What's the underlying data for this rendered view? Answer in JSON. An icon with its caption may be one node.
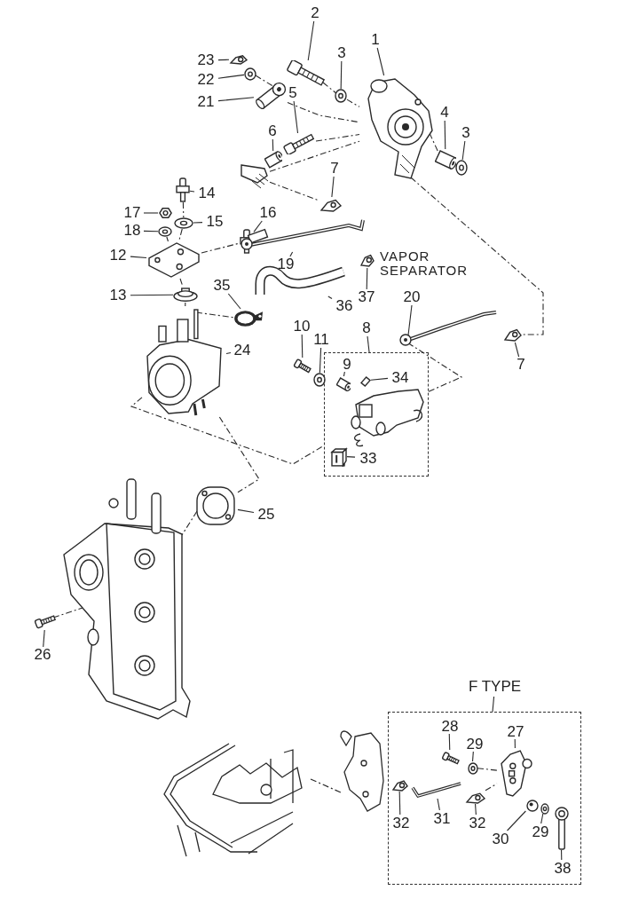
{
  "diagram": {
    "nodes": [
      {
        "text": [
          "23"
        ]
      },
      {
        "text": [],
        "shape": "picture"
      },
      {
        "text": [
          "22"
        ]
      },
      {
        "text": [],
        "shape": "picture"
      },
      {
        "text": [
          "2"
        ]
      },
      {
        "text": [],
        "shape": "picture"
      },
      {
        "text": [
          "3"
        ]
      },
      {
        "text": [],
        "shape": "picture"
      },
      {
        "text": [
          "1"
        ]
      },
      {
        "text": [],
        "shape": "picture"
      },
      {
        "text": [
          "21"
        ]
      },
      {
        "text": [],
        "shape": "picture"
      },
      {
        "text": [
          "5"
        ]
      },
      {
        "text": [],
        "shape": "picture"
      },
      {
        "text": [
          "6"
        ]
      },
      {
        "text": [],
        "shape": "picture"
      },
      {
        "text": [
          "4"
        ]
      },
      {
        "text": [],
        "shape": "picture"
      },
      {
        "text": [
          "3"
        ]
      },
      {
        "text": [],
        "shape": "picture"
      },
      {
        "text": [
          "7"
        ]
      },
      {
        "text": [],
        "shape": "picture"
      },
      {
        "text": [
          "14"
        ]
      },
      {
        "text": [],
        "shape": "picture"
      },
      {
        "text": [
          "17"
        ]
      },
      {
        "text": [],
        "shape": "picture"
      },
      {
        "text": [
          "15"
        ]
      },
      {
        "text": [],
        "shape": "picture"
      },
      {
        "text": [
          "18"
        ]
      },
      {
        "text": [],
        "shape": "picture"
      },
      {
        "text": [
          "16"
        ]
      },
      {
        "text": [],
        "shape": "picture"
      },
      {
        "text": [
          "12"
        ]
      },
      {
        "text": [],
        "shape": "picture"
      },
      {
        "text": [
          "19"
        ]
      },
      {
        "text": [],
        "shape": "picture"
      },
      {
        "text": [
          "37"
        ]
      },
      {
        "text": [],
        "shape": "picture"
      },
      {
        "text": [
          "13"
        ]
      },
      {
        "text": [],
        "shape": "picture"
      },
      {
        "text": [
          "35"
        ]
      },
      {
        "text": [],
        "shape": "picture"
      },
      {
        "text": [
          "36"
        ]
      },
      {
        "text": [],
        "shape": "picture"
      },
      {
        "text": [
          "20"
        ]
      },
      {
        "text": [],
        "shape": "picture"
      },
      {
        "text": [
          "10"
        ]
      },
      {
        "text": [],
        "shape": "picture"
      },
      {
        "text": [
          "11"
        ]
      },
      {
        "text": [],
        "shape": "picture"
      },
      {
        "text": [
          "8"
        ]
      },
      {
        "text": [],
        "shape": "box"
      },
      {
        "text": [
          "9"
        ],
        "in": 51
      },
      {
        "text": [],
        "shape": "picture",
        "in": 51
      },
      {
        "text": [
          "34"
        ],
        "in": 51
      },
      {
        "text": [],
        "shape": "picture",
        "in": 51
      },
      {
        "text": [
          "33"
        ],
        "in": 51
      },
      {
        "text": [],
        "shape": "picture",
        "in": 51
      },
      {
        "text": [
          "7"
        ]
      },
      {
        "text": [],
        "shape": "picture"
      },
      {
        "text": [
          "24"
        ]
      },
      {
        "text": [],
        "shape": "picture"
      },
      {
        "text": [
          "25"
        ]
      },
      {
        "text": [],
        "shape": "picture"
      },
      {
        "text": [
          "26"
        ]
      },
      {
        "text": [],
        "shape": "picture"
      },
      {
        "text": [
          "F TYPE"
        ]
      },
      {
        "text": [],
        "shape": "box"
      },
      {
        "text": [
          "28"
        ],
        "in": 67
      },
      {
        "text": [],
        "shape": "picture",
        "in": 67
      },
      {
        "text": [
          "29"
        ],
        "in": 67
      },
      {
        "text": [],
        "shape": "picture",
        "in": 67
      },
      {
        "text": [
          "27"
        ],
        "in": 67
      },
      {
        "text": [],
        "shape": "picture",
        "in": 67
      },
      {
        "text": [
          "32"
        ],
        "in": 67
      },
      {
        "text": [],
        "shape": "picture",
        "in": 67
      },
      {
        "text": [
          "31"
        ],
        "in": 67
      },
      {
        "text": [],
        "shape": "picture",
        "in": 67
      },
      {
        "text": [
          "32"
        ],
        "in": 67
      },
      {
        "text": [],
        "shape": "picture",
        "in": 67
      },
      {
        "text": [
          "30"
        ],
        "in": 67
      },
      {
        "text": [],
        "shape": "picture",
        "in": 67
      },
      {
        "text": [
          "29"
        ],
        "in": 67
      },
      {
        "text": [],
        "shape": "picture",
        "in": 67
      },
      {
        "text": [
          "38"
        ],
        "in": 67
      },
      {
        "text": [],
        "shape": "picture",
        "in": 67
      },
      {
        "text": [],
        "shape": "picture"
      },
      {
        "text": [],
        "shape": "picture"
      },
      {
        "text": [],
        "shape": "picture",
        "in": 51
      }
    ],
    "edges": [
      {
        "from": 0,
        "to": 1,
        "arrow": "none"
      },
      {
        "from": 2,
        "to": 3,
        "arrow": "none"
      },
      {
        "from": 4,
        "to": 5,
        "arrow": "none"
      },
      {
        "from": 6,
        "to": 7,
        "arrow": "none"
      },
      {
        "from": 8,
        "to": 9,
        "arrow": "none"
      },
      {
        "from": 10,
        "to": 11,
        "arrow": "none"
      },
      {
        "from": 12,
        "to": 13,
        "arrow": "none"
      },
      {
        "from": 14,
        "to": 15,
        "arrow": "none"
      },
      {
        "from": 16,
        "to": 17,
        "arrow": "none"
      },
      {
        "from": 18,
        "to": 19,
        "arrow": "none"
      },
      {
        "from": 20,
        "to": 21,
        "arrow": "none"
      },
      {
        "from": 22,
        "to": 23,
        "arrow": "none"
      },
      {
        "from": 24,
        "to": 25,
        "arrow": "none"
      },
      {
        "from": 26,
        "to": 27,
        "arrow": "none"
      },
      {
        "from": 28,
        "to": 29,
        "arrow": "none"
      },
      {
        "from": 30,
        "to": 31,
        "arrow": "none"
      },
      {
        "from": 32,
        "to": 33,
        "arrow": "none"
      },
      {
        "from": 34,
        "to": 35,
        "arrow": "none"
      },
      {
        "from": 36,
        "to": 37,
        "arrow": "none"
      },
      {
        "from": 38,
        "to": 39,
        "arrow": "none"
      },
      {
        "from": 40,
        "to": 41,
        "arrow": "none"
      },
      {
        "from": 42,
        "to": 43,
        "arrow": "none"
      },
      {
        "from": 44,
        "to": 45,
        "arrow": "none"
      },
      {
        "from": 46,
        "to": 47,
        "arrow": "none"
      },
      {
        "from": 48,
        "to": 49,
        "arrow": "none"
      },
      {
        "from": 50,
        "to": 51,
        "arrow": "none"
      },
      {
        "from": 52,
        "to": 53,
        "arrow": "none"
      },
      {
        "from": 54,
        "to": 55,
        "arrow": "none"
      },
      {
        "from": 56,
        "to": 57,
        "arrow": "none"
      },
      {
        "from": 58,
        "to": 59,
        "arrow": "none"
      },
      {
        "from": 60,
        "to": 61,
        "arrow": "none"
      },
      {
        "from": 62,
        "to": 63,
        "arrow": "none"
      },
      {
        "from": 64,
        "to": 65,
        "arrow": "none"
      },
      {
        "from": 66,
        "to": 67,
        "arrow": "none"
      },
      {
        "from": 68,
        "to": 69,
        "arrow": "none"
      },
      {
        "from": 70,
        "to": 71,
        "arrow": "none"
      },
      {
        "from": 72,
        "to": 73,
        "arrow": "none"
      },
      {
        "from": 74,
        "to": 75,
        "arrow": "none"
      },
      {
        "from": 76,
        "to": 77,
        "arrow": "none"
      },
      {
        "from": 78,
        "to": 79,
        "arrow": "none"
      },
      {
        "from": 80,
        "to": 81,
        "arrow": "none"
      },
      {
        "from": 82,
        "to": 83,
        "arrow": "none"
      },
      {
        "from": 84,
        "to": 85,
        "arrow": "none"
      },
      {
        "from": 3,
        "to": 11,
        "arrow": "none",
        "style": "dashed"
      },
      {
        "from": 11,
        "to": 9,
        "arrow": "none",
        "style": "dashed"
      },
      {
        "from": 5,
        "to": 7,
        "arrow": "none",
        "style": "dashed"
      },
      {
        "from": 7,
        "to": 9,
        "arrow": "none",
        "style": "dashed"
      },
      {
        "from": 13,
        "to": 9,
        "arrow": "none",
        "style": "dashed"
      },
      {
        "from": 86,
        "to": 9,
        "arrow": "none",
        "style": "dashed"
      },
      {
        "from": 86,
        "to": 21,
        "arrow": "none",
        "style": "dashed"
      },
      {
        "from": 9,
        "to": 17,
        "arrow": "none",
        "style": "dashed"
      },
      {
        "from": 9,
        "to": 59,
        "arrow": "none",
        "style": "dashed"
      },
      {
        "from": 23,
        "to": 27,
        "arrow": "none",
        "style": "dashed"
      },
      {
        "from": 27,
        "to": 33,
        "arrow": "none",
        "style": "dashed"
      },
      {
        "from": 33,
        "to": 39,
        "arrow": "none",
        "style": "dashed"
      },
      {
        "from": 39,
        "to": 61,
        "arrow": "none",
        "style": "dashed"
      },
      {
        "from": 29,
        "to": 33,
        "arrow": "none",
        "style": "dashed"
      },
      {
        "from": 33,
        "to": 31,
        "arrow": "none",
        "style": "dashed"
      },
      {
        "from": 61,
        "to": 41,
        "arrow": "none",
        "style": "dashed"
      },
      {
        "from": 61,
        "to": 51,
        "arrow": "none",
        "style": "dashed"
      },
      {
        "from": 61,
        "to": 63,
        "arrow": "none",
        "style": "dashed"
      },
      {
        "from": 63,
        "to": 87,
        "arrow": "none",
        "style": "dashed"
      },
      {
        "from": 65,
        "to": 87,
        "arrow": "none",
        "style": "dashed"
      },
      {
        "from": 71,
        "to": 73,
        "arrow": "none",
        "style": "dashed"
      },
      {
        "from": 79,
        "to": 73,
        "arrow": "none",
        "style": "dashed"
      },
      {
        "from": 51,
        "to": 45,
        "arrow": "none",
        "style": "dashed"
      }
    ],
    "labels": [
      "VAPOR SEPARATOR"
    ]
  }
}
